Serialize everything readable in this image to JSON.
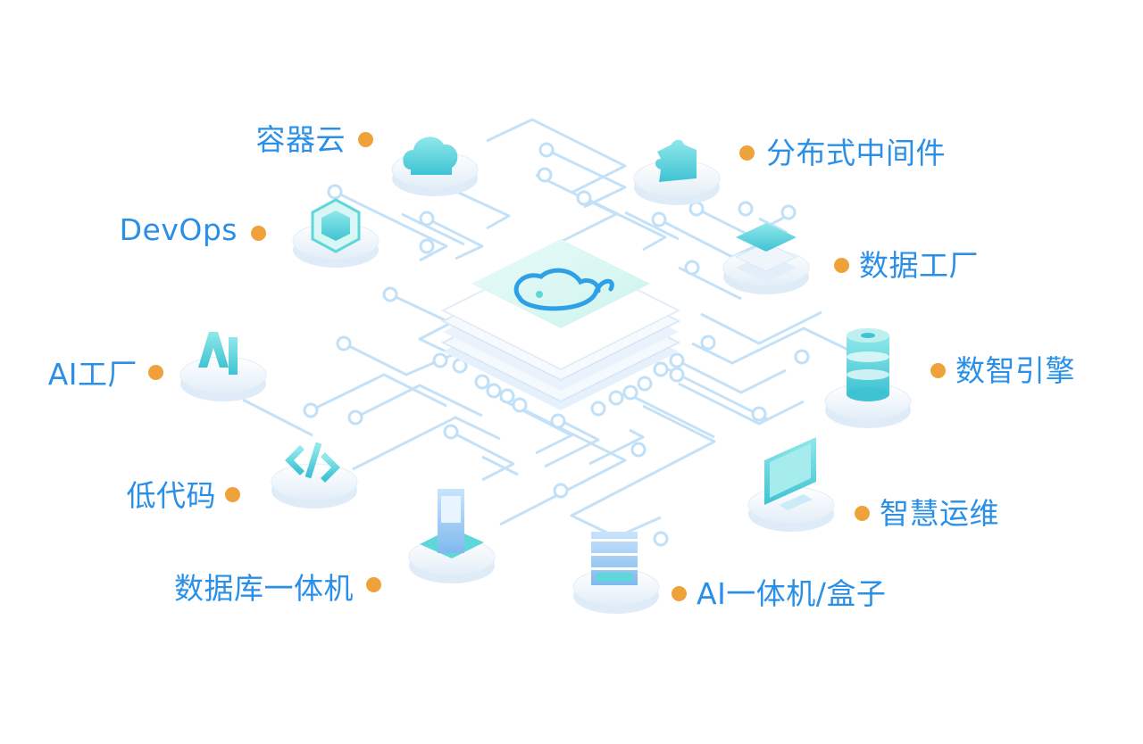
{
  "diagram": {
    "center": {
      "icon": "cloud-link-logo-icon"
    },
    "colors": {
      "label": "#2a8fe6",
      "dot": "#f0a23a",
      "circuit": "#bfe0f7",
      "accent": "#5fd6d9",
      "platform": "#eef5fb"
    },
    "modules": [
      {
        "id": "container-cloud",
        "label": "容器云",
        "icon": "cloud-icon"
      },
      {
        "id": "devops",
        "label": "DevOps",
        "icon": "hexagon-cube-icon"
      },
      {
        "id": "ai-factory",
        "label": "AI工厂",
        "icon": "ai-letters-icon"
      },
      {
        "id": "low-code",
        "label": "低代码",
        "icon": "code-brackets-icon"
      },
      {
        "id": "database-appliance",
        "label": "数据库一体机",
        "icon": "server-tower-icon"
      },
      {
        "id": "distributed-middleware",
        "label": "分布式中间件",
        "icon": "puzzle-piece-icon"
      },
      {
        "id": "data-factory",
        "label": "数据工厂",
        "icon": "layer-stack-icon"
      },
      {
        "id": "data-intelligence-engine",
        "label": "数智引擎",
        "icon": "database-cylinder-icon"
      },
      {
        "id": "smart-ops",
        "label": "智慧运维",
        "icon": "monitor-icon"
      },
      {
        "id": "ai-appliance-box",
        "label": "AI一体机/盒子",
        "icon": "server-rack-icon"
      }
    ]
  }
}
